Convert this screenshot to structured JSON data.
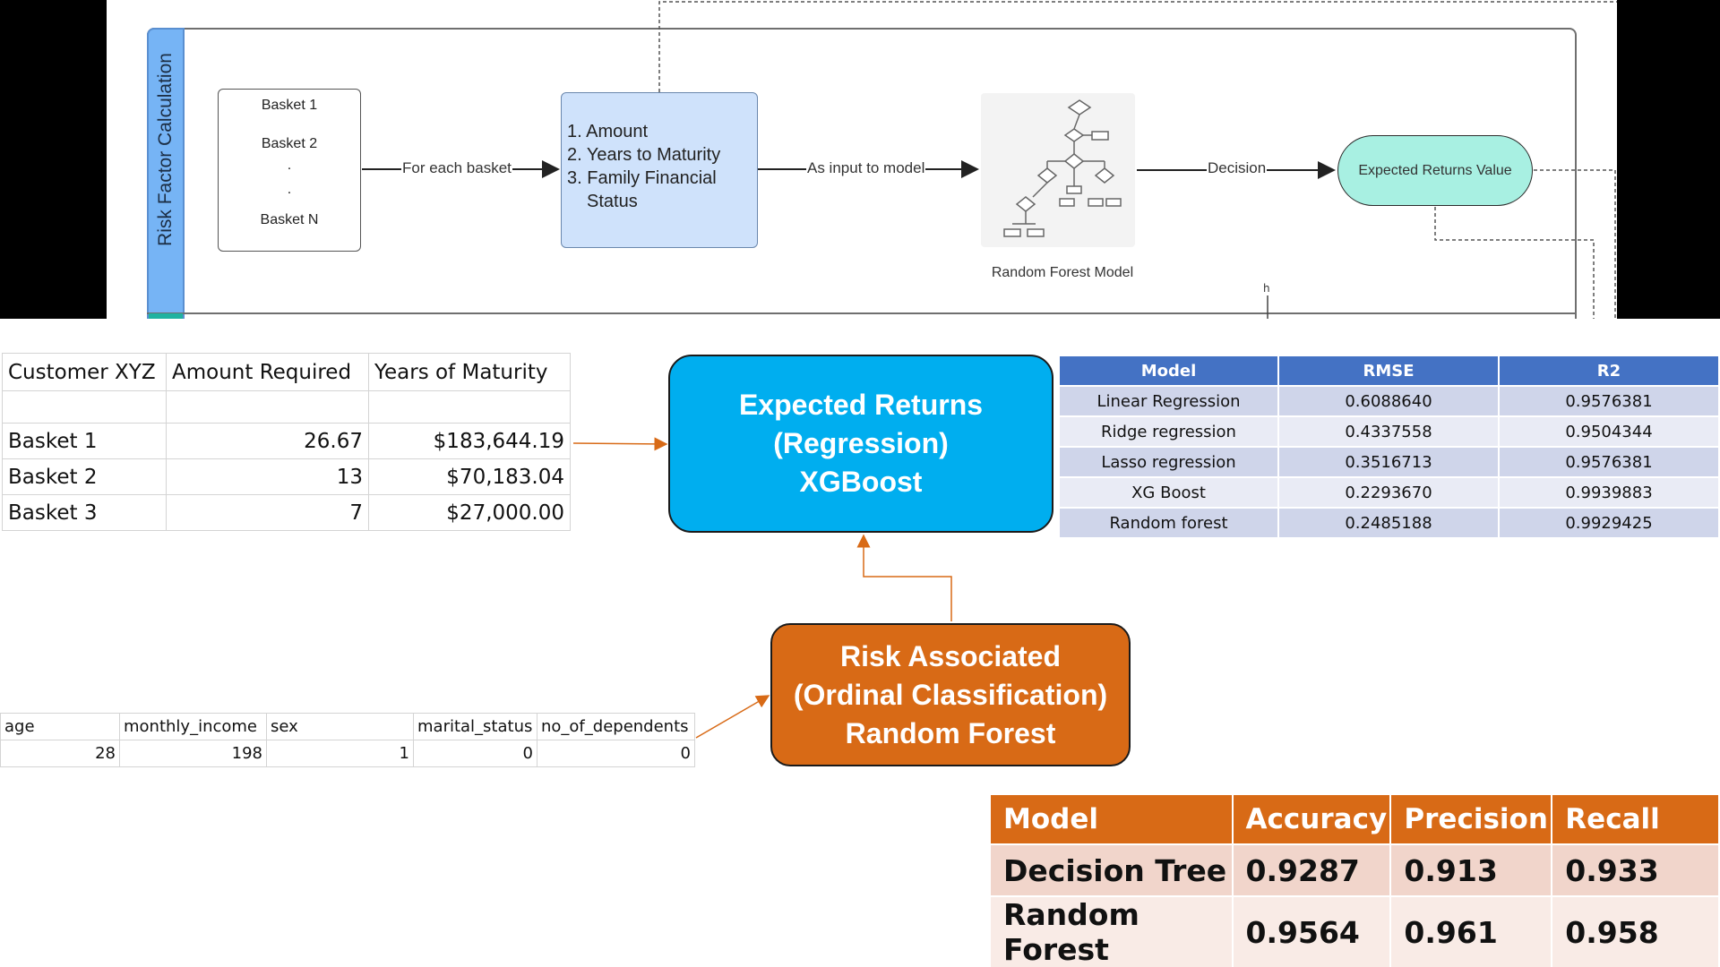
{
  "flowchart": {
    "swimlane_label": "Risk Factor Calculation",
    "baskets": [
      "Basket 1",
      "Basket 2",
      ".",
      ".",
      "Basket N"
    ],
    "inputs": [
      "1. Amount",
      "2. Years to Maturity",
      "3. Family Financial",
      "Status"
    ],
    "edge_labels": {
      "for_each_basket": "For each basket",
      "as_input_to_model": "As input to model",
      "decision": "Decision"
    },
    "model_caption": "Random Forest Model",
    "output": "Expected Returns Value"
  },
  "customer_table": {
    "headers": [
      "Customer XYZ",
      "Amount Required",
      "Years of Maturity"
    ],
    "rows": [
      [
        "Basket 1",
        "26.67",
        "$183,644.19"
      ],
      [
        "Basket 2",
        "13",
        "$70,183.04"
      ],
      [
        "Basket 3",
        "7",
        "$27,000.00"
      ]
    ]
  },
  "expected_returns_box": {
    "line1": "Expected Returns",
    "line2": "(Regression)",
    "line3": "XGBoost",
    "color": "#00aeef"
  },
  "risk_box": {
    "line1": "Risk Associated",
    "line2": "(Ordinal Classification)",
    "line3": "Random Forest",
    "color": "#d86a16"
  },
  "regression_table": {
    "headers": [
      "Model",
      "RMSE",
      "R2"
    ],
    "rows": [
      [
        "Linear Regression",
        "0.6088640",
        "0.9576381"
      ],
      [
        "Ridge regression",
        "0.4337558",
        "0.9504344"
      ],
      [
        "Lasso regression",
        "0.3516713",
        "0.9576381"
      ],
      [
        "XG Boost",
        "0.2293670",
        "0.9939883"
      ],
      [
        "Random forest",
        "0.2485188",
        "0.9929425"
      ]
    ],
    "header_color": "#4472c4"
  },
  "features_table": {
    "headers": [
      "age",
      "monthly_income",
      "sex",
      "marital_status",
      "no_of_dependents"
    ],
    "values": [
      "28",
      "198",
      "1",
      "0",
      "0"
    ]
  },
  "classification_table": {
    "headers": [
      "Model",
      "Accuracy",
      "Precision",
      "Recall"
    ],
    "rows": [
      [
        "Decision Tree",
        "0.9287",
        "0.913",
        "0.933"
      ],
      [
        "Random Forest",
        "0.9564",
        "0.961",
        "0.958"
      ]
    ],
    "header_color": "#d86a16"
  }
}
